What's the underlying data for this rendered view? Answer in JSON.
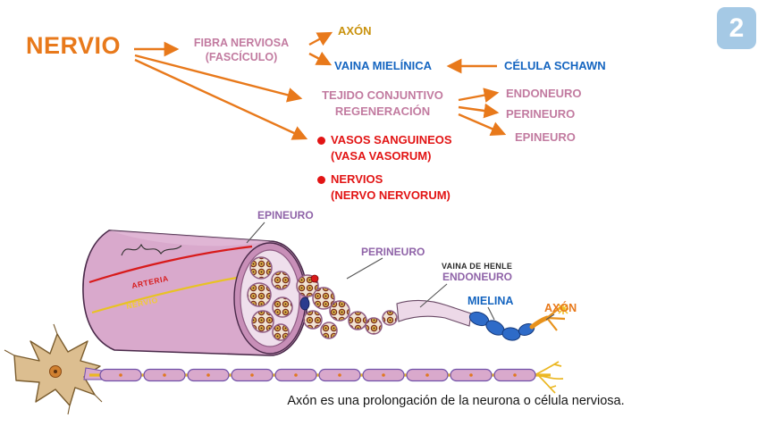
{
  "page": {
    "number": "2",
    "caption": "Axón es una prolongación de la neurona o célula nerviosa."
  },
  "map": {
    "nervio": "NERVIO",
    "fibra_line1": "FIBRA NERVIOSA",
    "fibra_line2": "(FASCÍCULO)",
    "axon": "AXÓN",
    "vaina": "VAINA MIELÍNICA",
    "celula": "CÉLULA SCHAWN",
    "tejido_line1": "TEJIDO CONJUNTIVO",
    "tejido_line2": "REGENERACIÓN",
    "endoneuro": "ENDONEURO",
    "perineuro": "PERINEURO",
    "epineuro": "EPINEURO",
    "vasos_line1": "VASOS SANGUINEOS",
    "vasos_line2": "(VASA VASORUM)",
    "nervios_line1": "NERVIOS",
    "nervios_line2": "(NERVO NERVORUM)"
  },
  "figure": {
    "epineuro": "EPINEURO",
    "perineuro": "PERINEURO",
    "vaina_de_henle": "VAINA DE HENLE",
    "endoneuro": "ENDONEURO",
    "mielina": "MIELINA",
    "axon": "AXÓN",
    "arteria": "ARTERIA",
    "nervio": "NERVIO"
  },
  "colors": {
    "orange": "#E8791B",
    "gold": "#C9920E",
    "mauve": "#C27BA0",
    "blue": "#1565C0",
    "red": "#E21414",
    "purple": "#8F63A8",
    "badge": "#A5C9E5"
  }
}
